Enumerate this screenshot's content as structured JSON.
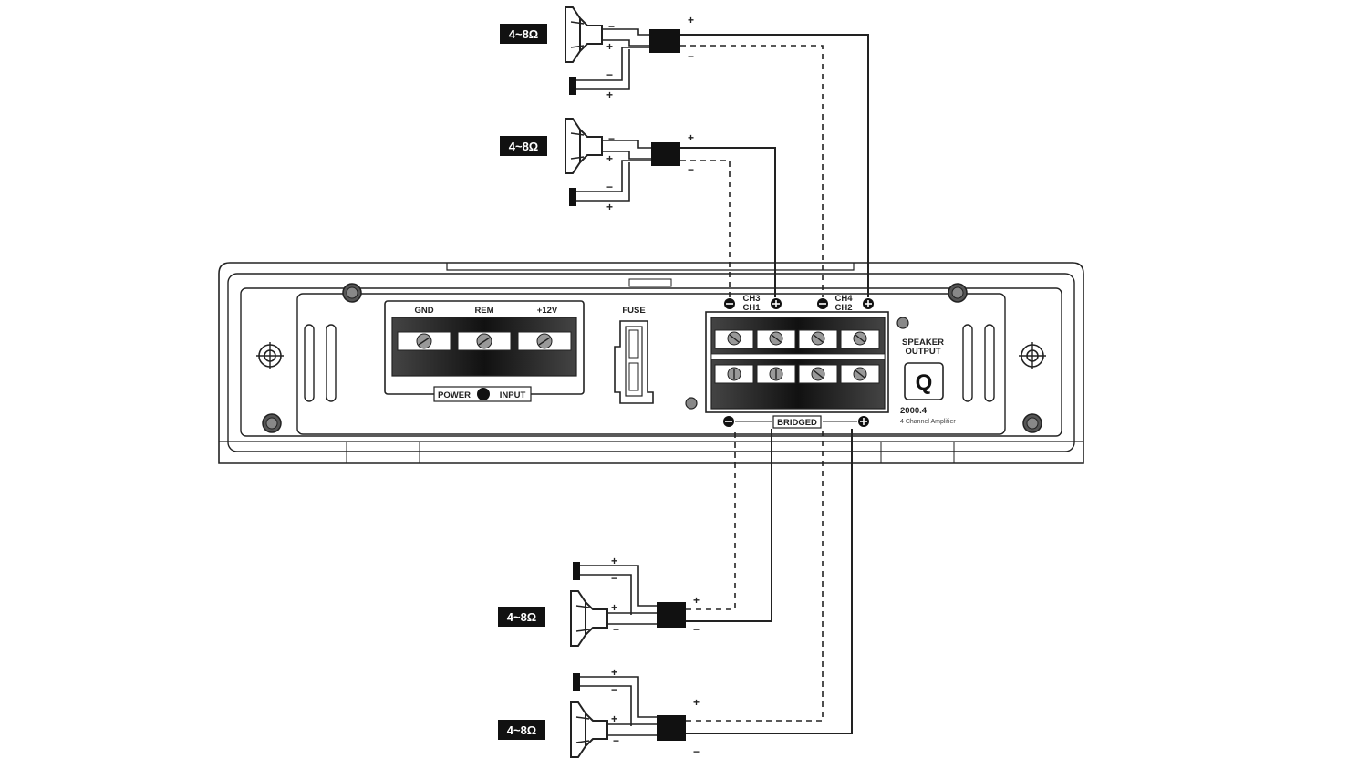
{
  "speakers": [
    {
      "impedance": "4~8Ω",
      "plus": "+",
      "minus": "−",
      "tweeter_plus": "+",
      "tweeter_minus": "−",
      "out_plus": "+",
      "out_minus": "−"
    },
    {
      "impedance": "4~8Ω",
      "plus": "+",
      "minus": "−",
      "tweeter_plus": "+",
      "tweeter_minus": "−",
      "out_plus": "+",
      "out_minus": "−"
    },
    {
      "impedance": "4~8Ω",
      "plus": "+",
      "minus": "−",
      "tweeter_plus": "+",
      "tweeter_minus": "−",
      "out_plus": "+",
      "out_minus": "−"
    },
    {
      "impedance": "4~8Ω",
      "plus": "+",
      "minus": "−",
      "tweeter_plus": "+",
      "tweeter_minus": "−",
      "out_plus": "+",
      "out_minus": "−"
    }
  ],
  "amplifier": {
    "power_terminals": {
      "gnd": "GND",
      "rem": "REM",
      "plus12v": "+12V"
    },
    "power_input": {
      "left": "POWER",
      "right": "INPUT"
    },
    "fuse": "FUSE",
    "channels": {
      "ch3": "CH3",
      "ch1": "CH1",
      "ch4": "CH4",
      "ch2": "CH2"
    },
    "bridged": "BRIDGED",
    "speaker_output": [
      "SPEAKER",
      "OUTPUT"
    ],
    "model": "2000.4",
    "description": "4 Channel Amplifier",
    "logo": "Q"
  },
  "colors": {
    "ink": "#1a1a1a",
    "background": "#ffffff"
  }
}
